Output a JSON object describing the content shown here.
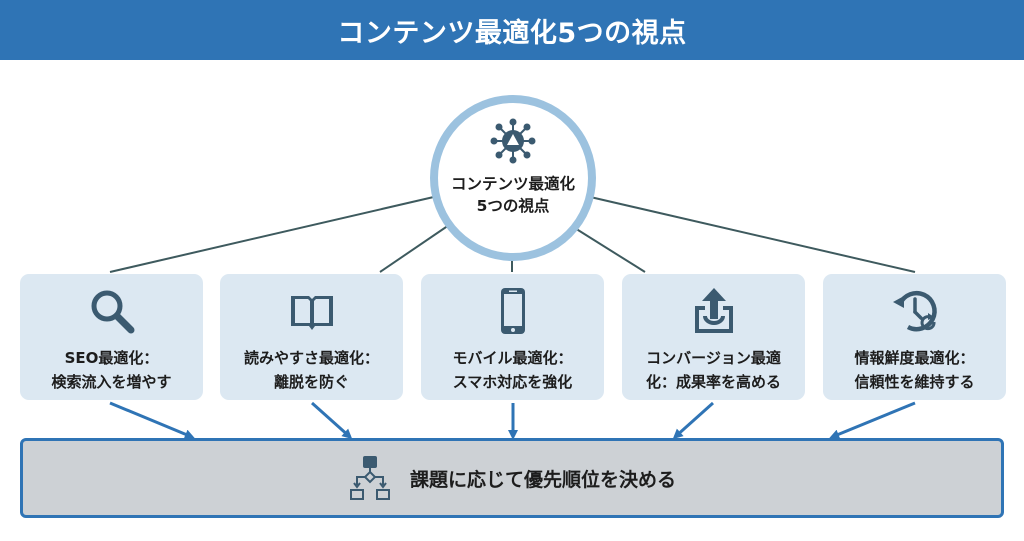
{
  "header": {
    "title": "コンテンツ最適化5つの視点"
  },
  "hub": {
    "icon": "hub-network-icon",
    "text": "コンテンツ最適化5つの視点"
  },
  "colors": {
    "header_bg": "#2f74b5",
    "hub_border": "#9cc2df",
    "card_bg": "#dce8f2",
    "icon": "#3b5a70",
    "connector": "#3e5a5e",
    "arrow": "#2f74b5",
    "result_bg": "#cdd1d5"
  },
  "perspectives": [
    {
      "icon": "search-icon",
      "line1": "SEO最適化：",
      "line2": "検索流入を増やす"
    },
    {
      "icon": "book-icon",
      "line1": "読みやすさ最適化：",
      "line2": "離脱を防ぐ"
    },
    {
      "icon": "smartphone-icon",
      "line1": "モバイル最適化：",
      "line2": "スマホ対応を強化"
    },
    {
      "icon": "upload-icon",
      "line1": "コンバージョン最適",
      "line2": "化：成果率を高める"
    },
    {
      "icon": "history-clock-icon",
      "line1": "情報鮮度最適化：",
      "line2": "信頼性を維持する"
    }
  ],
  "result": {
    "icon": "flowchart-icon",
    "text": "課題に応じて優先順位を決める"
  }
}
